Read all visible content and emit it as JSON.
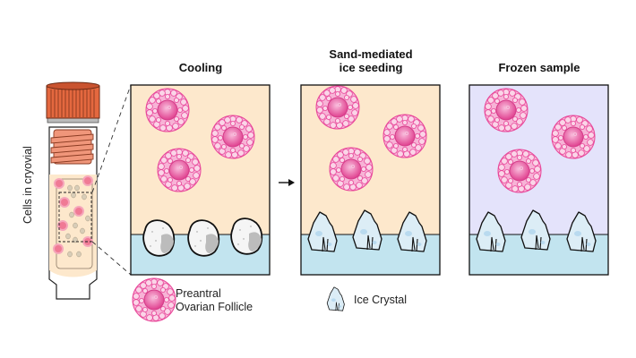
{
  "vial_label": "Cells in cryovial",
  "panels": [
    {
      "title": "Cooling",
      "background": "#fde8cc",
      "bottom_layer": "sand grains"
    },
    {
      "title": "Sand-mediated\nice seeding",
      "title_line1": "Sand-mediated",
      "title_line2": "ice seeding",
      "background": "#fde8cc",
      "bottom_layer": "ice crystals"
    },
    {
      "title": "Frozen sample",
      "background": "#e4e3fb",
      "bottom_layer": "ice crystals"
    }
  ],
  "legend": {
    "follicle": "Preantral Ovarian Follicle",
    "follicle_line1": "Preantral",
    "follicle_line2": "Ovarian Follicle",
    "ice": "Ice Crystal"
  },
  "colors": {
    "medium": "#fde8cc",
    "frozen": "#e4e3fb",
    "water": "#c2e4ef",
    "follicle": "#e8489a",
    "cap": "#e4683f",
    "thread": "#f0967a"
  }
}
